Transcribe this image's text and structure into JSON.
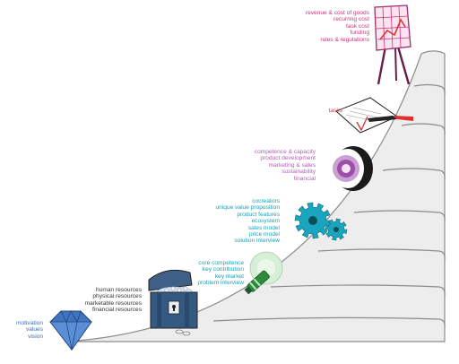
{
  "colors": {
    "blue": "#3a6fb6",
    "dark": "#333333",
    "teal": "#17a2b8",
    "purple": "#b25fb0",
    "red": "#d63a3a",
    "magenta": "#c8347a",
    "step_fill": "#ededed",
    "step_stroke": "#8c8c8c"
  },
  "levels": [
    {
      "id": "purpose",
      "icon": "diamond-icon",
      "color": "#3a6fb6",
      "items": [
        "motivation",
        "values",
        "vision"
      ]
    },
    {
      "id": "resources",
      "icon": "treasure-chest-icon",
      "color": "#333333",
      "items": [
        "human resources",
        "physical resources",
        "marketable resources",
        "financial resources"
      ]
    },
    {
      "id": "market",
      "icon": "telescope-icon",
      "color": "#17a2b8",
      "items": [
        "core competence",
        "key contribution",
        "key market",
        "problem interview"
      ]
    },
    {
      "id": "model",
      "icon": "gears-icon",
      "color": "#17a2b8",
      "items": [
        "cocreators",
        "unique value proposition",
        "product features",
        "ecosystem",
        "sales model",
        "price model",
        "solution interview"
      ]
    },
    {
      "id": "capacity",
      "icon": "target-icon",
      "color": "#b25fb0",
      "items": [
        "competence & capacity",
        "product development",
        "marketing & sales",
        "sustainability",
        "financial"
      ]
    },
    {
      "id": "tasks",
      "icon": "task-sheet-icon",
      "color": "#d63a3a",
      "items": [
        "tasks"
      ]
    },
    {
      "id": "finance",
      "icon": "chart-easel-icon",
      "color": "#c8347a",
      "items": [
        "revenue & cost of goods",
        "recurring cost",
        "task cost",
        "funding",
        "rules & regulations"
      ]
    }
  ]
}
